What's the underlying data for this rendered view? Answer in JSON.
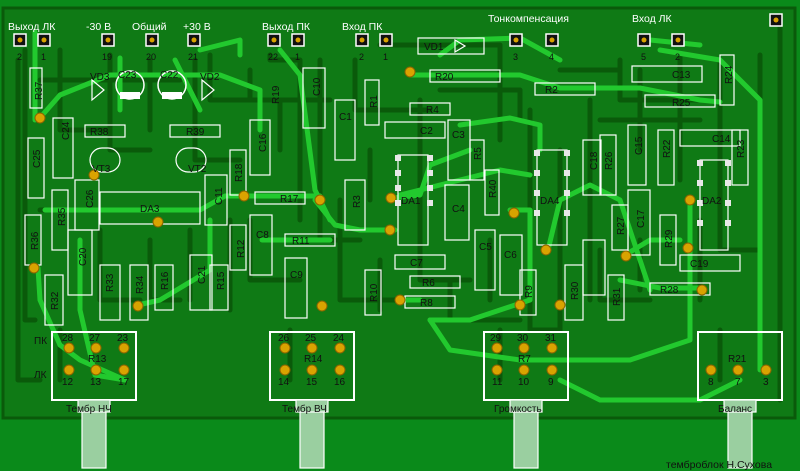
{
  "colors": {
    "background": "#0a8a1a",
    "board": "#0f7a15",
    "track_dark": "#0a5a0a",
    "track_bright": "#22c92e",
    "pad": "#d9a300",
    "silk": "#ffffff"
  },
  "headers": [
    {
      "id": "h-out-lk",
      "title": "Выход ЛК",
      "pins": [
        "2",
        "1"
      ]
    },
    {
      "id": "h-m30",
      "title": "-30 В",
      "pins": [
        "19"
      ]
    },
    {
      "id": "h-gnd",
      "title": "Общий",
      "pins": [
        "20"
      ]
    },
    {
      "id": "h-p30",
      "title": "+30 В",
      "pins": [
        "21"
      ]
    },
    {
      "id": "h-out-pk",
      "title": "Выход ПК",
      "pins": [
        "22",
        "1"
      ]
    },
    {
      "id": "h-in-pk",
      "title": "Вход ПК",
      "pins": [
        "2",
        "1"
      ]
    },
    {
      "id": "h-tone",
      "title": "Тонкомпенсация",
      "pins": [
        "3",
        "4"
      ]
    },
    {
      "id": "h-in-lk",
      "title": "Вход ЛК",
      "pins": [
        "5",
        "2"
      ]
    }
  ],
  "components": [
    {
      "ref": "R37"
    },
    {
      "ref": "VD3"
    },
    {
      "ref": "C23"
    },
    {
      "ref": "C22"
    },
    {
      "ref": "VD2"
    },
    {
      "ref": "R19"
    },
    {
      "ref": "C10"
    },
    {
      "ref": "R1"
    },
    {
      "ref": "C1"
    },
    {
      "ref": "VD1"
    },
    {
      "ref": "R20"
    },
    {
      "ref": "C13"
    },
    {
      "ref": "R24"
    },
    {
      "ref": "R2"
    },
    {
      "ref": "R25"
    },
    {
      "ref": "R4"
    },
    {
      "ref": "C24"
    },
    {
      "ref": "R38"
    },
    {
      "ref": "R39"
    },
    {
      "ref": "C16"
    },
    {
      "ref": "C2"
    },
    {
      "ref": "C3"
    },
    {
      "ref": "C14"
    },
    {
      "ref": "C25"
    },
    {
      "ref": "VT3"
    },
    {
      "ref": "VT2"
    },
    {
      "ref": "R18"
    },
    {
      "ref": "R5"
    },
    {
      "ref": "C18"
    },
    {
      "ref": "R26"
    },
    {
      "ref": "C15"
    },
    {
      "ref": "R22"
    },
    {
      "ref": "R23"
    },
    {
      "ref": "C26"
    },
    {
      "ref": "DA3"
    },
    {
      "ref": "C11"
    },
    {
      "ref": "R17"
    },
    {
      "ref": "R3"
    },
    {
      "ref": "DA1"
    },
    {
      "ref": "R40"
    },
    {
      "ref": "DA4"
    },
    {
      "ref": "C4"
    },
    {
      "ref": "DA2"
    },
    {
      "ref": "R35"
    },
    {
      "ref": "C8"
    },
    {
      "ref": "R27"
    },
    {
      "ref": "C17"
    },
    {
      "ref": "R29"
    },
    {
      "ref": "R36"
    },
    {
      "ref": "C20"
    },
    {
      "ref": "R12"
    },
    {
      "ref": "R11"
    },
    {
      "ref": "C5"
    },
    {
      "ref": "C6"
    },
    {
      "ref": "C19"
    },
    {
      "ref": "C7"
    },
    {
      "ref": "C21"
    },
    {
      "ref": "C9"
    },
    {
      "ref": "R33"
    },
    {
      "ref": "R34"
    },
    {
      "ref": "R16"
    },
    {
      "ref": "R15"
    },
    {
      "ref": "R6"
    },
    {
      "ref": "R10"
    },
    {
      "ref": "R9"
    },
    {
      "ref": "R30"
    },
    {
      "ref": "R31"
    },
    {
      "ref": "R28"
    },
    {
      "ref": "R32"
    },
    {
      "ref": "R8"
    }
  ],
  "pots": [
    {
      "ref": "R13",
      "name": "Тембр НЧ",
      "top_pins": [
        "28",
        "27",
        "23"
      ],
      "bottom_pins": [
        "12",
        "13",
        "17"
      ],
      "side_top": "ПК",
      "side_bottom": "ЛК"
    },
    {
      "ref": "R14",
      "name": "Тембр ВЧ",
      "top_pins": [
        "26",
        "25",
        "24"
      ],
      "bottom_pins": [
        "14",
        "15",
        "16"
      ],
      "side_top": "",
      "side_bottom": ""
    },
    {
      "ref": "R7",
      "name": "Громкость",
      "top_pins": [
        "29",
        "30",
        "31"
      ],
      "bottom_pins": [
        "11",
        "10",
        "9"
      ],
      "side_top": "",
      "side_bottom": ""
    },
    {
      "ref": "R21",
      "name": "Баланс",
      "top_pins": [],
      "bottom_pins": [
        "8",
        "7",
        "3"
      ],
      "side_top": "",
      "side_bottom": ""
    }
  ],
  "caption": "темброблок Н.Сухова"
}
